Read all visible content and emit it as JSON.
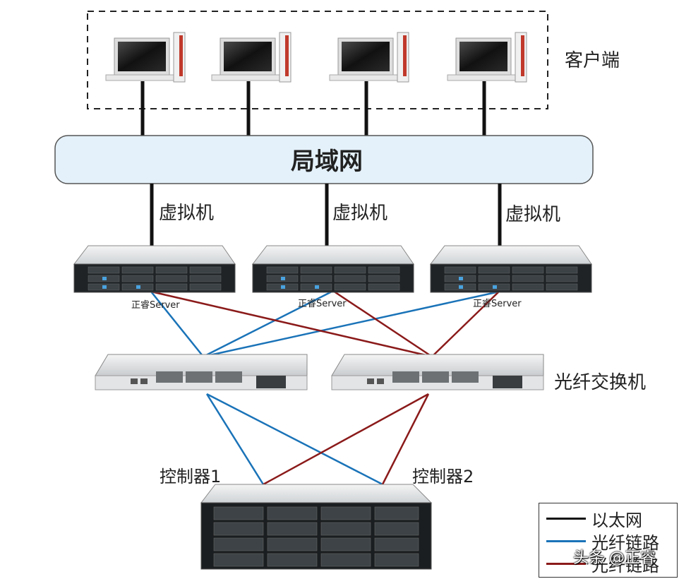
{
  "labels": {
    "clients": "客户端",
    "lan": "局域网",
    "vm": "虚拟机",
    "server_brand": "正睿Server",
    "fc_switch": "光纤交换机",
    "controller1": "控制器1",
    "controller2": "控制器2"
  },
  "legend": [
    {
      "text": "以太网",
      "color": "#111111"
    },
    {
      "text": "光纤链路",
      "color": "#1a73b8"
    },
    {
      "text": "光纤链路",
      "color": "#8b1a1a"
    }
  ],
  "watermark": "头条 @正睿",
  "colors": {
    "ethernet": "#111111",
    "fiber_blue": "#1a73b8",
    "fiber_red": "#8b1a1a",
    "lan_fill": "#e4f1fa",
    "accent_red": "#c0392b"
  }
}
